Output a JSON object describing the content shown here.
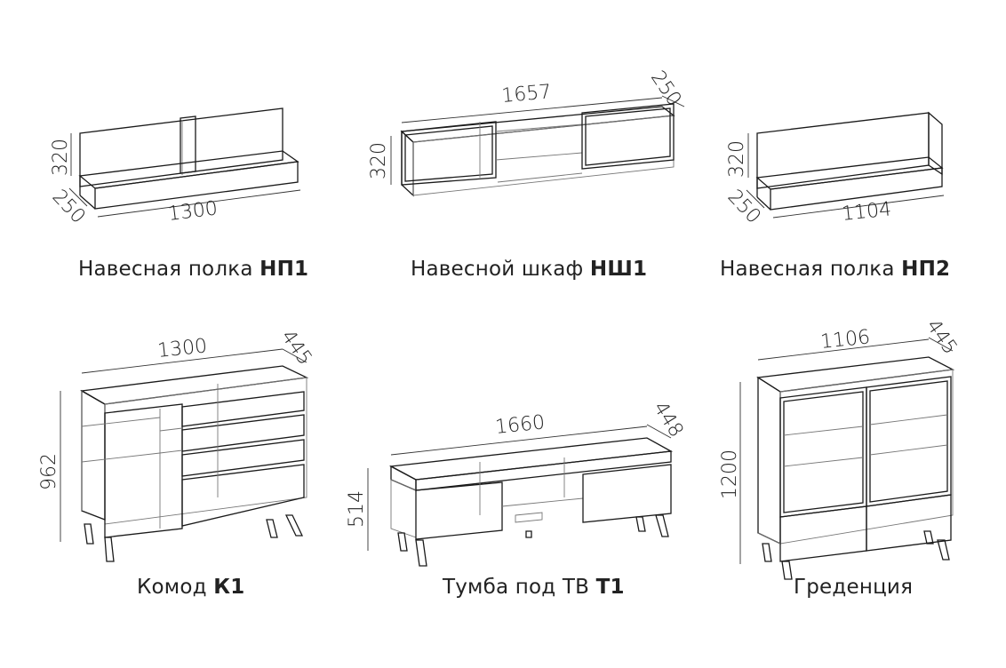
{
  "items": [
    {
      "caption": "Навесная полка",
      "code": "НП1",
      "dims": {
        "width": "1300",
        "height": "320",
        "depth": "250"
      }
    },
    {
      "caption": "Навесной шкаф",
      "code": "НШ1",
      "dims": {
        "width": "1657",
        "height": "320",
        "depth": "250"
      }
    },
    {
      "caption": "Навесная полка",
      "code": "НП2",
      "dims": {
        "width": "1104",
        "height": "320",
        "depth": "250"
      }
    },
    {
      "caption": "Комод",
      "code": "К1",
      "dims": {
        "width": "1300",
        "height": "962",
        "depth": "445"
      }
    },
    {
      "caption": "Тумба под ТВ",
      "code": "Т1",
      "dims": {
        "width": "1660",
        "height": "514",
        "depth": "448"
      }
    },
    {
      "caption": "Греденция",
      "code": "",
      "dims": {
        "width": "1106",
        "height": "1200",
        "depth": "445"
      }
    }
  ]
}
